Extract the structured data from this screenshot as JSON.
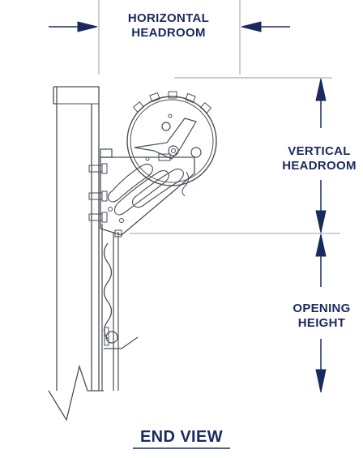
{
  "labels": {
    "horizontal_line1": "HORIZONTAL",
    "horizontal_line2": "HEADROOM",
    "vertical_line1": "VERTICAL",
    "vertical_line2": "HEADROOM",
    "opening_line1": "OPENING",
    "opening_line2": "HEIGHT",
    "view_title": "END VIEW"
  },
  "colors": {
    "label_navy": "#1a2a5e",
    "line_gray": "#4a4f57",
    "light_gray": "#9aa0a6"
  }
}
